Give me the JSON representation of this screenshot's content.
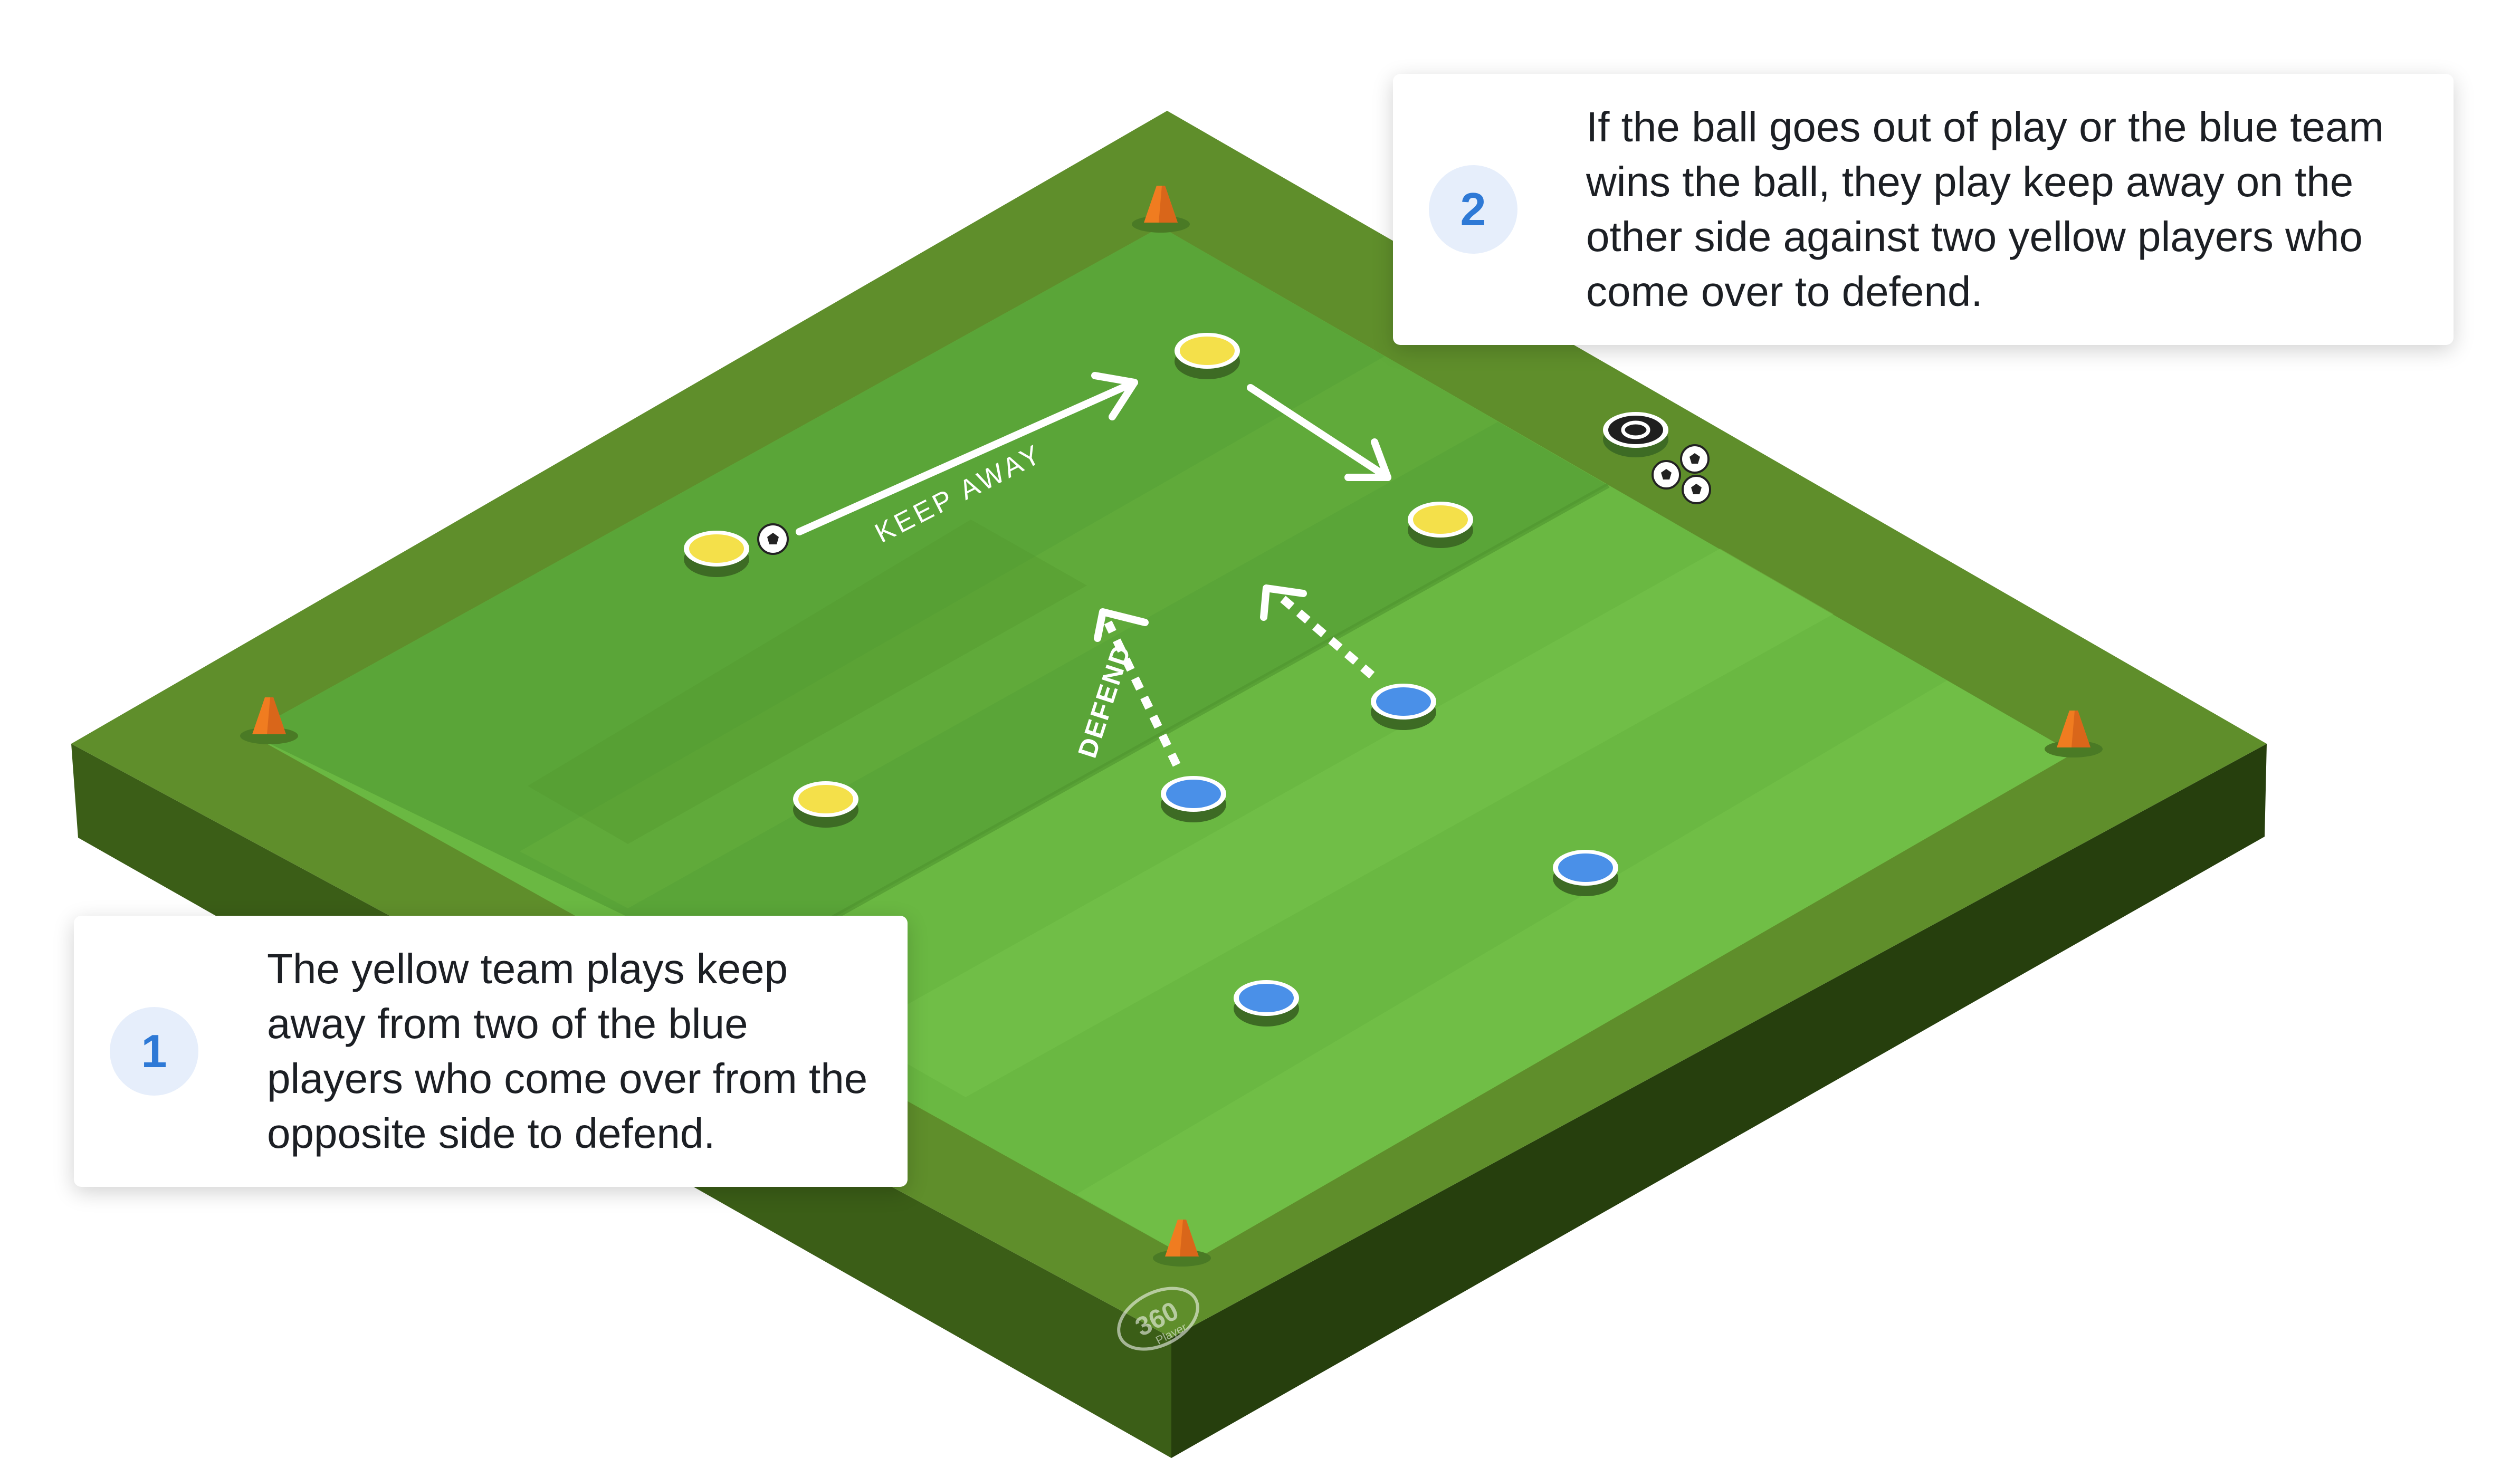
{
  "diagram": {
    "labels": {
      "keep_away": "KEEP AWAY",
      "defend": "DEFEND"
    },
    "watermark": {
      "number": "360",
      "word": "Player"
    },
    "colors": {
      "pitch_light": "#6fbd45",
      "pitch_mid": "#5ea83a",
      "pitch_dark": "#4d8f2c",
      "border": "#5f8e2b",
      "side_front": "#3b5e17",
      "side_right": "#2b4510",
      "yellow_player": "#f4e04a",
      "blue_player": "#4a90e8",
      "cone": "#f07c20",
      "arrow": "#ffffff"
    }
  },
  "callouts": [
    {
      "number": "1",
      "lines": [
        "The yellow team plays keep",
        "away from two of the blue",
        "players who come over from the",
        "opposite side to defend."
      ]
    },
    {
      "number": "2",
      "lines": [
        "If the ball goes out of play or the blue team",
        "wins the ball, they play keep away on the",
        "other side against two yellow players who",
        "come over to defend."
      ]
    }
  ]
}
